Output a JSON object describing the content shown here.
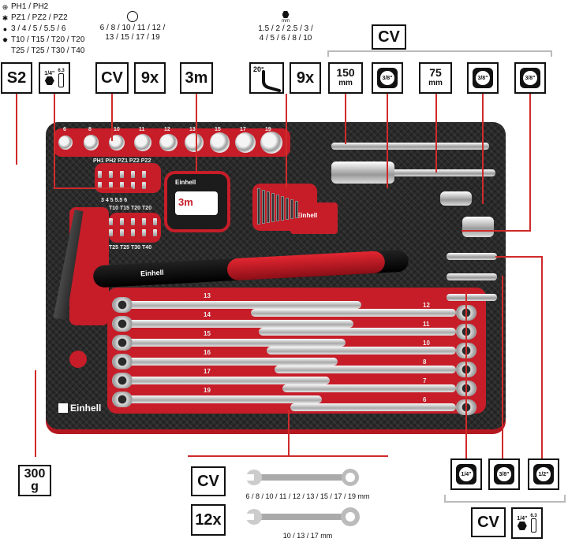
{
  "specs": {
    "bit_types": [
      {
        "icon": "phillips",
        "text": "PH1 / PH2"
      },
      {
        "icon": "pozidriv",
        "text": "PZ1 / PZ2 / PZ2"
      },
      {
        "icon": "hex",
        "text": "3 / 4 / 5 / 5.5 / 6"
      },
      {
        "icon": "torx",
        "text": "T10 / T15 / T20 / T20"
      },
      {
        "icon": "",
        "text": "T25 / T25 / T30 / T40"
      }
    ],
    "sockets_sizes": [
      "6 / 8 / 10 / 11 / 12 /",
      "13 / 15 / 17 / 19"
    ],
    "hexkey_unit": "mm",
    "hexkey_sizes": [
      "1.5 / 2 / 2.5 / 3 /",
      "4 / 5 / 6 / 8 / 10"
    ],
    "cv_top": "CV"
  },
  "top_boxes": {
    "s2": "S2",
    "bit_holder_label": "1/4\"",
    "bit_holder_size": "6.3",
    "cv": "CV",
    "count_9x": "9x",
    "tape": "3m",
    "angle": "20°",
    "count_9x_b": "9x",
    "ext150": "150",
    "ext150_unit": "mm",
    "sock38_a": "3/8\"",
    "ext75": "75",
    "ext75_unit": "mm",
    "sock38_b": "3/8\"",
    "sock38_c": "3/8\""
  },
  "tray": {
    "socket_sizes": [
      "6",
      "8",
      "10",
      "11",
      "12",
      "13",
      "15",
      "17",
      "19"
    ],
    "bit_row1": "PH1 PH2 PZ1  PZ2 PZ2",
    "bit_row2": "3    4     5     5.5   6",
    "bit_row3": "T10  T15  T20  T20",
    "bit_row4": "T25  T25  T30  T40",
    "tape_text": "3m",
    "tape_brand": "Einhell",
    "hex_brand": "Einhell",
    "hammer_brand": "Einhell",
    "logo": "Einhell",
    "wrench_left": [
      "13",
      "14",
      "15",
      "16",
      "17",
      "19"
    ],
    "wrench_right": [
      "12",
      "11",
      "10",
      "8",
      "7",
      "6"
    ]
  },
  "bottom": {
    "weight": "300",
    "weight_unit": "g",
    "cv": "CV",
    "wrench_sizes": "6 / 8 / 10 / 11 / 12 / 13 / 15 / 17 / 19 mm",
    "count_12x": "12x",
    "ratchet_sizes": "10 / 13 / 17 mm",
    "adapter_a": "1/4\"",
    "adapter_b": "3/8\"",
    "adapter_c": "1/2\"",
    "cv_right": "CV",
    "bitholder_size": "6.3",
    "bitholder_label": "1/4\""
  }
}
